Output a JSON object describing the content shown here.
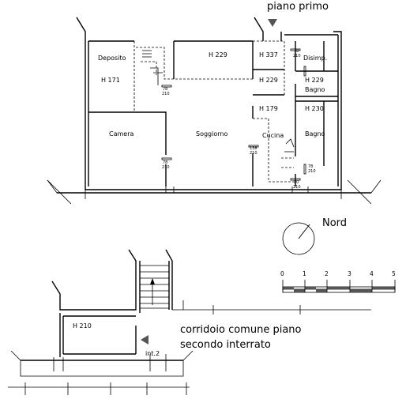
{
  "plan_title": "piano primo",
  "rooms": {
    "deposito": "Deposito",
    "h171": "H 171",
    "h229_top": "H 229",
    "h337": "H 337",
    "disimp": "Disimp.",
    "h229_mid": "H 229",
    "h229_bagno": "H 229",
    "bagno_small": "Bagno",
    "h179": "H 179",
    "h230": "H 230",
    "camera": "Camera",
    "soggiorno": "Soggiorno",
    "cucina": "Cucina",
    "bagno": "Bagno",
    "h210": "H 210"
  },
  "doors": {
    "d1": "78",
    "d1b": "210",
    "d2": "78",
    "d2b": "210",
    "d3": "138",
    "d3b": "210",
    "d4": "78",
    "d4b": "210",
    "d5": "80",
    "d5b": "210",
    "d6": "78",
    "d6b": "210"
  },
  "compass_label": "Nord",
  "scale_ticks": [
    "0",
    "1",
    "2",
    "3",
    "4",
    "5"
  ],
  "corridor_line1": "corridoio comune piano",
  "corridor_line2": "secondo interrato",
  "unit_label": "int.2"
}
